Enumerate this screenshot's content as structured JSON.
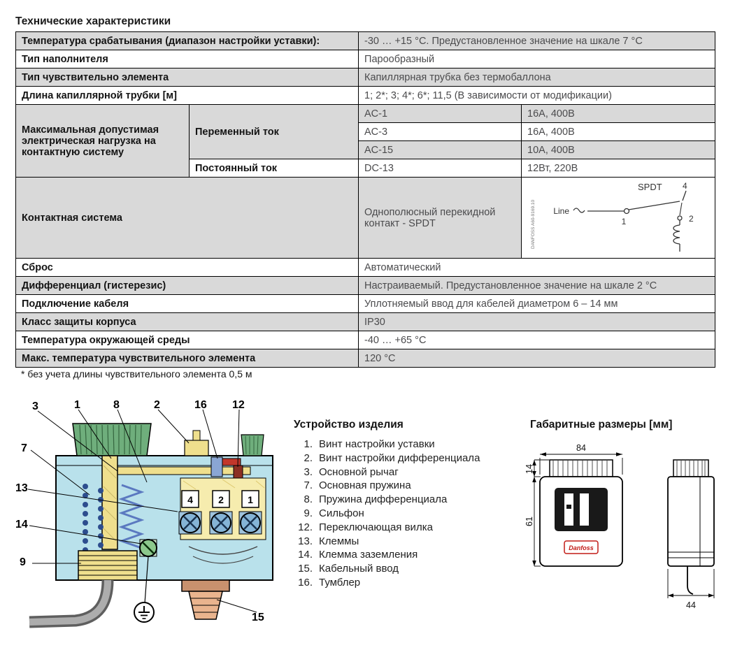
{
  "page_title": "Технические характеристики",
  "table": {
    "rows_top": [
      {
        "label": "Температура срабатывания (диапазон настройки уставки):",
        "value": "-30 … +15 °C. Предустановленное значение на шкале 7 °C"
      },
      {
        "label": "Тип наполнителя",
        "value": "Парообразный"
      },
      {
        "label": "Тип чувствительно элемента",
        "value": "Капиллярная трубка без термобаллона"
      },
      {
        "label": "Длина капиллярной трубки [м]",
        "value": "1; 2*; 3; 4*; 6*; 11,5 (В зависимости от модификации)"
      }
    ],
    "electrical": {
      "label": "Максимальная допустимая электрическая нагрузка на контактную систему",
      "ac_label": "Переменный ток",
      "dc_label": "Постоянный ток",
      "rows": [
        {
          "type": "AC-1",
          "value": "16A, 400В"
        },
        {
          "type": "AC-3",
          "value": "16A, 400В"
        },
        {
          "type": "AC-15",
          "value": "10A, 400В"
        },
        {
          "type": "DC-13",
          "value": "12Вт, 220В"
        }
      ]
    },
    "contact": {
      "label": "Контактная система",
      "value": "Однополюсный перекидной контакт - SPDT",
      "diagram": {
        "title": "SPDT",
        "line": "Line",
        "t1": "1",
        "t2": "2",
        "t4": "4",
        "stamp": "DANFOSS A60-9169.10"
      }
    },
    "rows_bottom": [
      {
        "label": "Сброс",
        "value": "Автоматический"
      },
      {
        "label": "Дифференциал (гистерезис)",
        "value": "Настраиваемый. Предустановленное значение на шкале 2 °C"
      },
      {
        "label": "Подключение кабеля",
        "value": "Уплотняемый ввод для кабелей диаметром 6 – 14 мм"
      },
      {
        "label": "Класс защиты корпуса",
        "value": "IP30"
      },
      {
        "label": "Температура окружающей среды",
        "value": "-40 … +65 °C"
      },
      {
        "label": "Макс. температура чувствительного элемента",
        "value": "120 °C"
      }
    ],
    "footnote": "* без учета длины чувствительного элемента 0,5 м"
  },
  "device": {
    "title": "Устройство изделия",
    "items": [
      {
        "num": "1.",
        "text": "Винт настройки уставки"
      },
      {
        "num": "2.",
        "text": "Винт настройки дифференциала"
      },
      {
        "num": "3.",
        "text": "Основной рычаг"
      },
      {
        "num": "7.",
        "text": "Основная пружина"
      },
      {
        "num": "8.",
        "text": "Пружина дифференциала"
      },
      {
        "num": "9.",
        "text": "Сильфон"
      },
      {
        "num": "12.",
        "text": "Переключающая вилка"
      },
      {
        "num": "13.",
        "text": "Клеммы"
      },
      {
        "num": "14.",
        "text": "Клемма заземления"
      },
      {
        "num": "15.",
        "text": "Кабельный ввод"
      },
      {
        "num": "16.",
        "text": "Тумблер"
      }
    ],
    "callouts": {
      "n1": "1",
      "n2": "2",
      "n3": "3",
      "n7": "7",
      "n8": "8",
      "n9": "9",
      "n12": "12",
      "n13": "13",
      "n14": "14",
      "n15": "15",
      "n16": "16"
    },
    "terminals": {
      "t4": "4",
      "t2": "2",
      "t1": "1"
    }
  },
  "dimensions": {
    "title": "Габаритные размеры [мм]",
    "width": "84",
    "knob_height": "14",
    "body_height": "61",
    "depth": "44",
    "logo": "Danfoss"
  }
}
